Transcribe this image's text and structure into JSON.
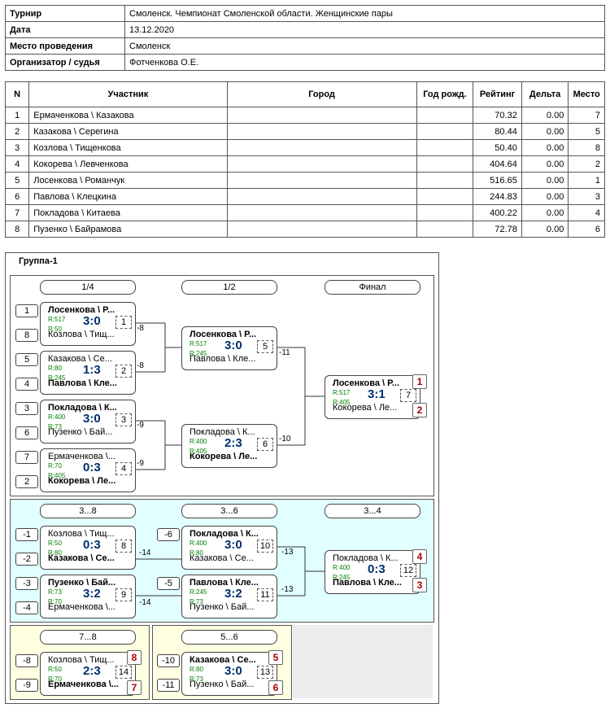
{
  "info": [
    {
      "label": "Турнир",
      "value": "Смоленск. Чемпионат Смоленской области. Женщинские пары"
    },
    {
      "label": "Дата",
      "value": "13.12.2020"
    },
    {
      "label": "Место проведения",
      "value": "Смоленск"
    },
    {
      "label": "Организатор / судья",
      "value": "Фотченкова О.Е."
    }
  ],
  "players_table": {
    "headers": [
      "N",
      "Участник",
      "Город",
      "Год рожд.",
      "Рейтинг",
      "Дельта",
      "Место"
    ],
    "rows": [
      {
        "n": "1",
        "name": "Ермаченкова \\ Казакова",
        "city": "",
        "year": "",
        "rating": "70.32",
        "delta": "0.00",
        "place": "7"
      },
      {
        "n": "2",
        "name": "Казакова \\ Серегина",
        "city": "",
        "year": "",
        "rating": "80.44",
        "delta": "0.00",
        "place": "5"
      },
      {
        "n": "3",
        "name": "Козлова \\ Тищенкова",
        "city": "",
        "year": "",
        "rating": "50.40",
        "delta": "0.00",
        "place": "8"
      },
      {
        "n": "4",
        "name": "Кокорева \\ Левченкова",
        "city": "",
        "year": "",
        "rating": "404.64",
        "delta": "0.00",
        "place": "2"
      },
      {
        "n": "5",
        "name": "Лосенкова \\ Романчук",
        "city": "",
        "year": "",
        "rating": "516.65",
        "delta": "0.00",
        "place": "1"
      },
      {
        "n": "6",
        "name": "Павлова \\ Клецкина",
        "city": "",
        "year": "",
        "rating": "244.83",
        "delta": "0.00",
        "place": "3"
      },
      {
        "n": "7",
        "name": "Покладова \\ Китаева",
        "city": "",
        "year": "",
        "rating": "400.22",
        "delta": "0.00",
        "place": "4"
      },
      {
        "n": "8",
        "name": "Пузенко \\ Байрамова",
        "city": "",
        "year": "",
        "rating": "72.78",
        "delta": "0.00",
        "place": "6"
      }
    ]
  },
  "group": {
    "title": "Группа-1",
    "rounds": [
      "1/4",
      "1/2",
      "Финал",
      "3...8",
      "3...6",
      "3...4",
      "7...8",
      "5...6"
    ],
    "seeds": [
      "1",
      "8",
      "5",
      "4",
      "3",
      "6",
      "7",
      "2",
      "-1",
      "-2",
      "-3",
      "-4",
      "-6",
      "-5",
      "-8",
      "-9",
      "-10",
      "-11"
    ],
    "matches": [
      {
        "p1": "Лосенкова \\ Р...",
        "p2": "Козлова \\ Тищ...",
        "r1": "R:517",
        "r2": "R:50",
        "score": "3:0",
        "num": "1",
        "win": 1
      },
      {
        "p1": "Казакова \\ Се...",
        "p2": "Павлова \\ Кле...",
        "r1": "R:80",
        "r2": "R:245",
        "score": "1:3",
        "num": "2",
        "win": 2
      },
      {
        "p1": "Покладова \\ К...",
        "p2": "Пузенко \\ Бай...",
        "r1": "R:400",
        "r2": "R:73",
        "score": "3:0",
        "num": "3",
        "win": 1
      },
      {
        "p1": "Ермаченкова \\...",
        "p2": "Кокорева \\ Ле...",
        "r1": "R:70",
        "r2": "R:405",
        "score": "0:3",
        "num": "4",
        "win": 2
      },
      {
        "p1": "Лосенкова \\ Р...",
        "p2": "Павлова \\ Кле...",
        "r1": "R:517",
        "r2": "R:245",
        "score": "3:0",
        "num": "5",
        "win": 1
      },
      {
        "p1": "Покладова \\ К...",
        "p2": "Кокорева \\ Ле...",
        "r1": "R:400",
        "r2": "R:405",
        "score": "2:3",
        "num": "6",
        "win": 2
      },
      {
        "p1": "Лосенкова \\ Р...",
        "p2": "Кокорева \\ Ле...",
        "r1": "R:517",
        "r2": "R:405",
        "score": "3:1",
        "num": "7",
        "win": 1
      },
      {
        "p1": "Козлова \\ Тищ...",
        "p2": "Казакова \\ Се...",
        "r1": "R:50",
        "r2": "R:80",
        "score": "0:3",
        "num": "8",
        "win": 2
      },
      {
        "p1": "Пузенко \\ Бай...",
        "p2": "Ермаченкова \\...",
        "r1": "R:73",
        "r2": "R:70",
        "score": "3:2",
        "num": "9",
        "win": 1
      },
      {
        "p1": "Покладова \\ К...",
        "p2": "Казакова \\ Се...",
        "r1": "R:400",
        "r2": "R:80",
        "score": "3:0",
        "num": "10",
        "win": 1
      },
      {
        "p1": "Павлова \\ Кле...",
        "p2": "Пузенко \\ Бай...",
        "r1": "R:245",
        "r2": "R:73",
        "score": "3:2",
        "num": "11",
        "win": 1
      },
      {
        "p1": "Покладова \\ К...",
        "p2": "Павлова \\ Кле...",
        "r1": "R:400",
        "r2": "R:245",
        "score": "0:3",
        "num": "12",
        "win": 2
      },
      {
        "p1": "Казакова \\ Се...",
        "p2": "Пузенко \\ Бай...",
        "r1": "R:80",
        "r2": "R:73",
        "score": "3:0",
        "num": "13",
        "win": 1
      },
      {
        "p1": "Козлова \\ Тищ...",
        "p2": "Ермаченкова \\...",
        "r1": "R:50",
        "r2": "R:70",
        "score": "2:3",
        "num": "14",
        "win": 2
      }
    ],
    "losers": [
      "-8",
      "-8",
      "-9",
      "-9",
      "-11",
      "-10",
      "-14",
      "-14",
      "-13",
      "-13"
    ],
    "places": [
      "1",
      "2",
      "4",
      "3",
      "8",
      "7",
      "5",
      "6"
    ],
    "colors": {
      "main_bg": "#ffffff",
      "consolation_bg": "#e1ffff",
      "lower_bg": "#ffffe1",
      "right_gray": "#ececec",
      "score": "#00306e",
      "rating": "#008000",
      "place": "#aa0000"
    }
  }
}
